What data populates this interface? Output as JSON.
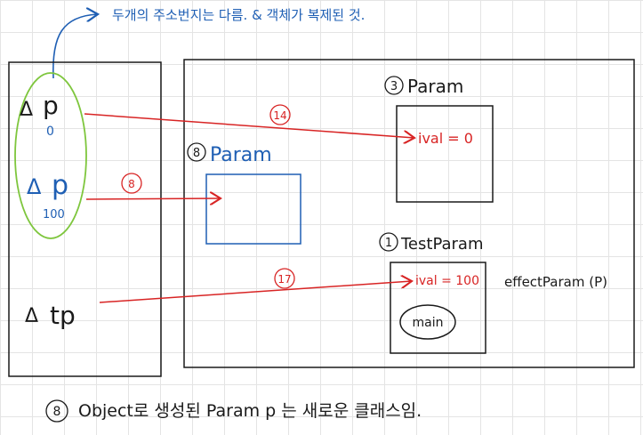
{
  "top_note": "두개의 주소번지는 다름. & 객체가 복제된 것.",
  "stack": {
    "var_p0_name": "p",
    "var_p0_value": "0",
    "var_p100_name": "p",
    "var_p100_value": "100",
    "var_tp_name": "tp",
    "triangle": "Δ"
  },
  "heap": {
    "obj3_number": "3",
    "obj3_title": "Param",
    "obj3_field": "ival = 0",
    "obj8_number": "8",
    "obj8_title": "Param",
    "obj1_number": "1",
    "obj1_title": "TestParam",
    "obj1_field": "ival = 100",
    "obj1_main": "main",
    "method_label": "effectParam (P)"
  },
  "arrows": {
    "a14": "14",
    "a8": "8",
    "a17": "17"
  },
  "bottom_note": {
    "number": "8",
    "text": "Object로 생성된 Param p 는 새로운 클래스임."
  },
  "colors": {
    "ink": "#1a1a1a",
    "blue": "#1f5fb4",
    "red": "#d82424",
    "green": "#7ec63d",
    "grid": "#e4e4e4"
  }
}
